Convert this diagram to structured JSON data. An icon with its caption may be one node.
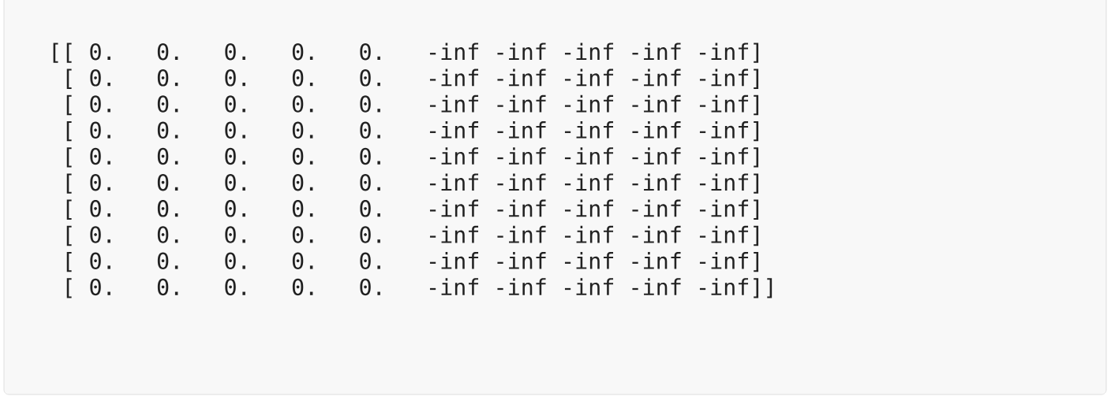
{
  "diagram": {
    "labels": [
      "[[",
      "0.",
      "0.",
      "0.",
      "0.",
      "0.",
      "-inf",
      "-inf",
      "-inf",
      "-inf",
      "-inf]",
      "[",
      "0.",
      "0.",
      "0.",
      "0.",
      "0.",
      "-inf",
      "-inf",
      "-inf",
      "-inf",
      "-inf]",
      "[",
      "0.",
      "0.",
      "0.",
      "0.",
      "0.",
      "-inf",
      "-inf",
      "-inf",
      "-inf",
      "-inf]",
      "[",
      "0.",
      "0.",
      "0.",
      "0.",
      "0.",
      "-inf",
      "-inf",
      "-inf",
      "-inf",
      "-inf]",
      "[",
      "0.",
      "0.",
      "0.",
      "0.",
      "0.",
      "-inf",
      "-inf",
      "-inf",
      "-inf",
      "-inf]",
      "[",
      "0.",
      "0.",
      "0.",
      "0.",
      "0.",
      "-inf",
      "-inf",
      "-inf",
      "-inf",
      "-inf]",
      "[",
      "0.",
      "0.",
      "0.",
      "0.",
      "0.",
      "-inf",
      "-inf",
      "-inf",
      "-inf",
      "-inf]",
      "[",
      "0.",
      "0.",
      "0.",
      "0.",
      "0.",
      "-inf",
      "-inf",
      "-inf",
      "-inf",
      "-inf]",
      "[",
      "0.",
      "0.",
      "0.",
      "0.",
      "0.",
      "-inf",
      "-inf",
      "-inf",
      "-inf",
      "-inf]",
      "[",
      "0.",
      "0.",
      "0.",
      "0.",
      "0.",
      "-inf",
      "-inf",
      "-inf",
      "-inf",
      "-inf]]"
    ]
  }
}
